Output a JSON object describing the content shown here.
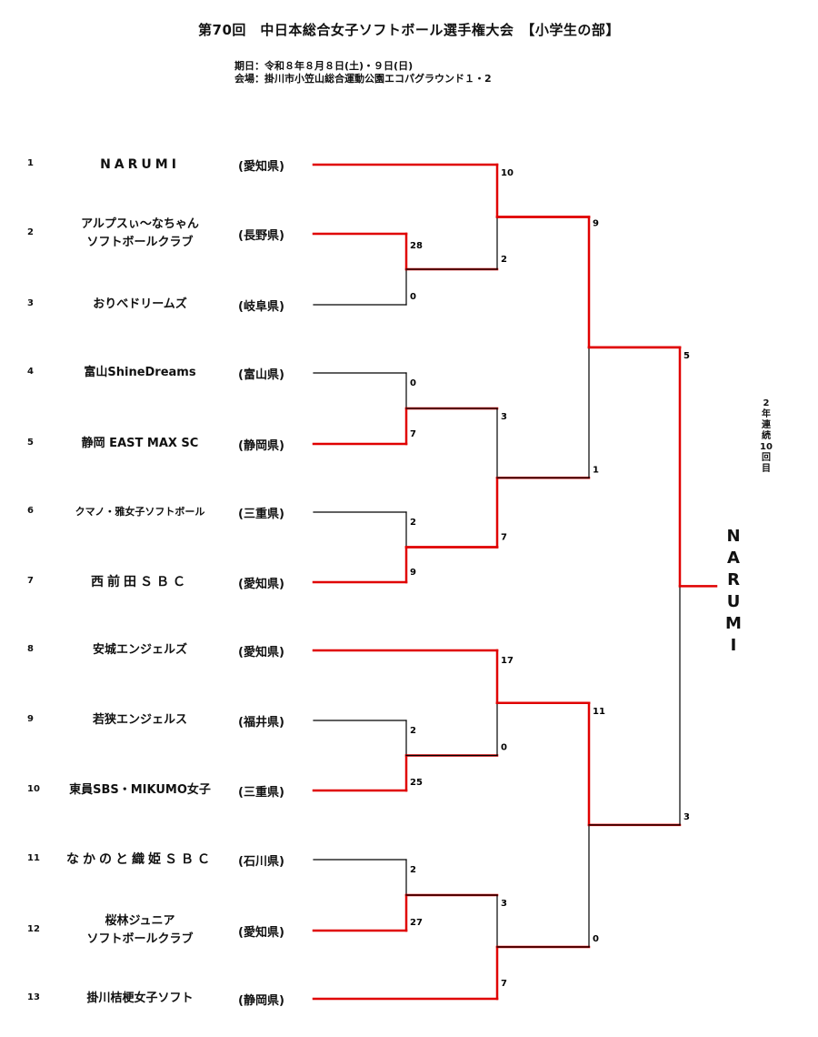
{
  "title": "第70回　中日本総合女子ソフトボール選手権大会　【小学生の部】",
  "period": "期日：令和８年８月８日(土)・９日(日)",
  "venue": "会場：掛川市小笠山総合運動公園エコパグラウンド１・2",
  "teams": [
    {
      "no": "1",
      "name": "NARUMI",
      "name2": "",
      "pref": "(愛知県)"
    },
    {
      "no": "2",
      "name": "アルプスぃ～なちゃん",
      "name2": "ソフトボールクラブ",
      "pref": "(長野県)"
    },
    {
      "no": "3",
      "name": "おりべドリームズ",
      "name2": "",
      "pref": "(岐阜県)"
    },
    {
      "no": "4",
      "name": "富山ShineDreams",
      "name2": "",
      "pref": "(富山県)"
    },
    {
      "no": "5",
      "name": "静岡 EAST MAX SC",
      "name2": "",
      "pref": "(静岡県)"
    },
    {
      "no": "6",
      "name": "クマノ・雅女子ソフトボール",
      "name2": "",
      "pref": "(三重県)"
    },
    {
      "no": "7",
      "name": "西前田ＳＢＣ",
      "name2": "",
      "pref": "(愛知県)"
    },
    {
      "no": "8",
      "name": "安城エンジェルズ",
      "name2": "",
      "pref": "(愛知県)"
    },
    {
      "no": "9",
      "name": "若狭エンジェルス",
      "name2": "",
      "pref": "(福井県)"
    },
    {
      "no": "10",
      "name": "東員SBS・MIKUMO女子",
      "name2": "",
      "pref": "(三重県)"
    },
    {
      "no": "11",
      "name": "なかのと織姫ＳＢＣ",
      "name2": "",
      "pref": "(石川県)"
    },
    {
      "no": "12",
      "name": "桜林ジュニア",
      "name2": "ソフトボールクラブ",
      "pref": "(愛知県)"
    },
    {
      "no": "13",
      "name": "掛川桔梗女子ソフト",
      "name2": "",
      "pref": "(静岡県)"
    }
  ],
  "scores": {
    "r1_2v3": [
      "28",
      "0"
    ],
    "r1_4v5": [
      "0",
      "7"
    ],
    "r1_6v7": [
      "2",
      "9"
    ],
    "r1_9v10": [
      "2",
      "25"
    ],
    "r1_11v12": [
      "2",
      "27"
    ],
    "r2_1vW23": [
      "10",
      "2"
    ],
    "r2_W45vW67": [
      "3",
      "7"
    ],
    "r2_8vW910": [
      "17",
      "0"
    ],
    "r2_W1112v13": [
      "3",
      "7"
    ],
    "sf_top": [
      "9",
      "1"
    ],
    "sf_bottom": [
      "11",
      "0"
    ],
    "final": [
      "5",
      "3"
    ]
  },
  "champion": "NARUMI",
  "champion_note": "2年連続10回目",
  "colors": {
    "winner": "#e00000",
    "loser": "#000000"
  }
}
